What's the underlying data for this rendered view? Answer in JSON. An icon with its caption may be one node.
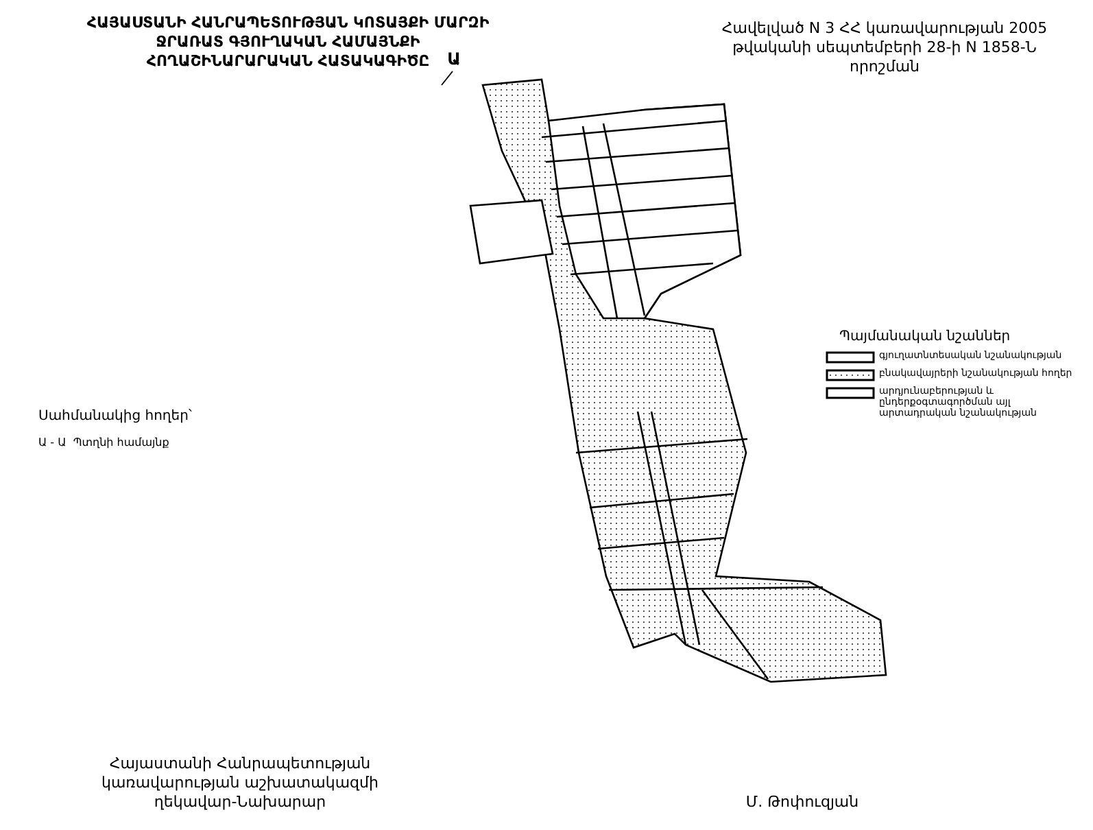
{
  "diagram": {
    "title": "ՀԱՅԱՍՏԱՆԻ ՀԱՆՐԱՊԵՏՈՒԹՅԱՆ ԿՈՏԱՅՔԻ ՄԱՐԶԻ ՋՐԱՌԱՏ ԳՅՈՒՂԱԿԱՆ ՀԱՄԱՅՆՔԻ ՀՈՂԱՇԻՆԱՐԱՐԱԿԱՆ ՀԱՏԱԿԱԳԻԾԸ",
    "labels": [
      "Հավելված N 3 ՀՀ կառավարության 2005 թվականի սեպտեմբերի 28-ի N 1858-Ն որոշման",
      "Ա",
      "Պայմանական նշաններ",
      "Սահմանակից հողեր՝",
      "Ա - Ա  Պտղնի համայնք",
      "Հայաստանի Հանրապետության կառավարության աշխատակազմի ղեկավար-Նախարար",
      "Մ. Թոփուզյան"
    ],
    "legend": [
      {
        "text": "գյուղատնտեսական նշանակության"
      },
      {
        "text": "բնակավայրերի նշանակության հողեր"
      },
      {
        "text": "արդյունաբերության և ընդերքօգտագործման այլ արտադրական նշանակության"
      }
    ]
  }
}
